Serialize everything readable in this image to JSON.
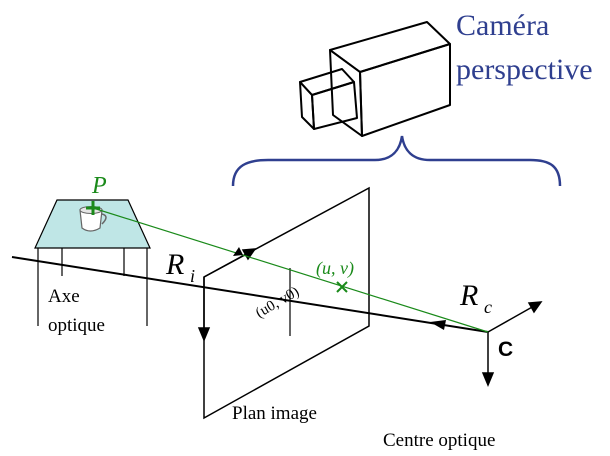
{
  "camera": {
    "title_line1": "Caméra",
    "title_line2": "perspective",
    "title_color": "#2f3f8f",
    "brace_color": "#2f3f8f"
  },
  "labels": {
    "point_P": "P",
    "projected_point": "(u, v)",
    "principal_point": "(u0, v0)",
    "image_frame_symbol": "R",
    "image_frame_subscript": "i",
    "camera_frame_symbol": "R",
    "camera_frame_subscript": "c",
    "optical_center_letter": "C",
    "optical_axis_line1": "Axe",
    "optical_axis_line2": "optique",
    "image_plane": "Plan image",
    "optical_center": "Centre optique"
  },
  "colors": {
    "green": "#1a8a1a",
    "table_top": "#bfe6e6",
    "ink": "#000000"
  }
}
